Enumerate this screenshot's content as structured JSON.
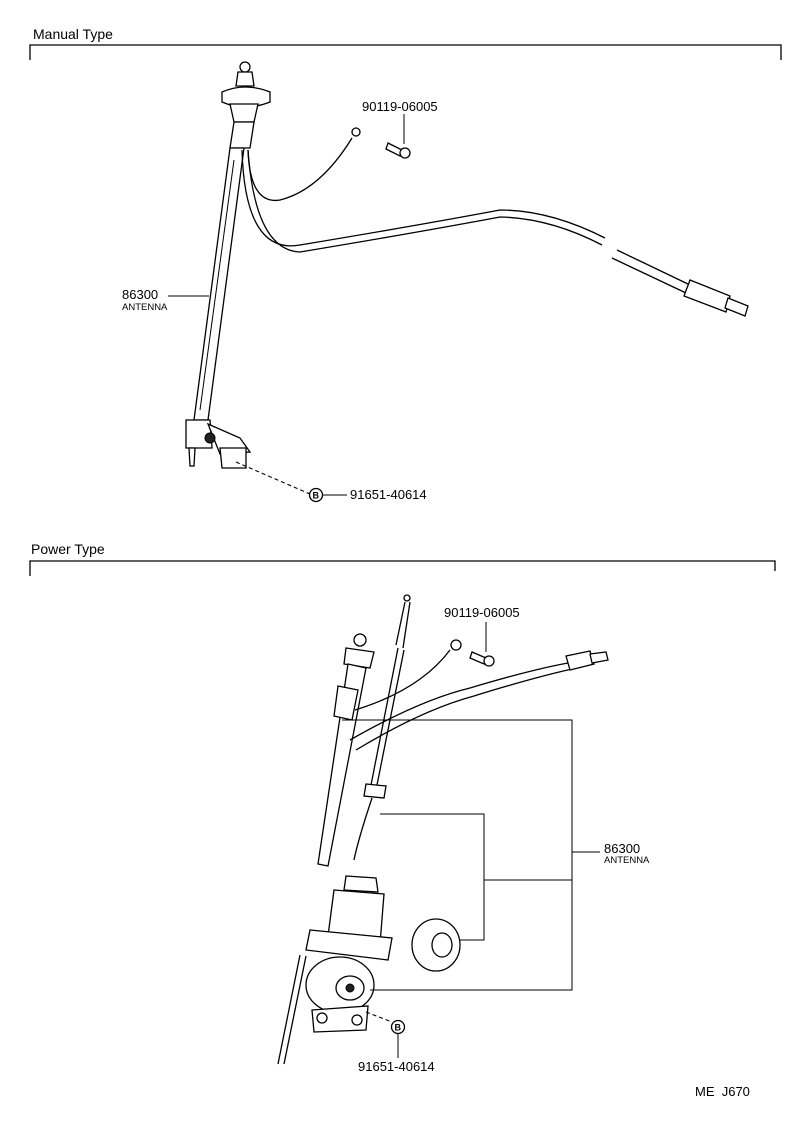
{
  "sections": [
    {
      "title": "Manual Type",
      "callouts": {
        "bolt": "90119-06005",
        "antenna_part": "86300",
        "antenna_name": "ANTENNA",
        "nut_marker": "B",
        "nut": "91651-40614"
      }
    },
    {
      "title": "Power Type",
      "callouts": {
        "bolt": "90119-06005",
        "antenna_part": "86300",
        "antenna_name": "ANTENNA",
        "nut_marker": "B",
        "nut": "91651-40614"
      }
    }
  ],
  "footer": {
    "code": "ME  J670"
  }
}
